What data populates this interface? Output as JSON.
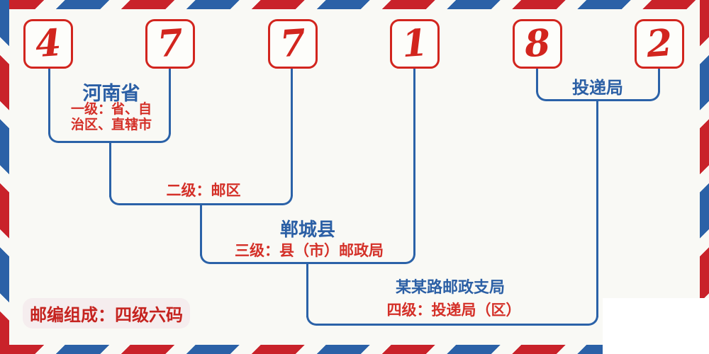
{
  "diagram": {
    "title_meaning": "Chinese postal code structure diagram",
    "colors": {
      "red": "#d2251e",
      "blue": "#2b62a8",
      "stripe_red": "#c9222a",
      "stripe_blue": "#2b61a7",
      "background": "#f9f9f5",
      "badge_background": "#f5edee"
    }
  },
  "postal_code": {
    "digits": [
      "4",
      "7",
      "7",
      "1",
      "8",
      "2"
    ]
  },
  "labels": {
    "level1_place": "河南省",
    "level1_desc_line1": "一级：省、自",
    "level1_desc_line2": "治区、直辖市",
    "level2_desc": "二级：邮区",
    "level3_place": "郸城县",
    "level3_desc": "三级：县（市）邮政局",
    "level4_place": "某某路邮政支局",
    "level4_desc": "四级：投递局（区）",
    "delivery_office": "投递局",
    "badge": "邮编组成：四级六码"
  }
}
